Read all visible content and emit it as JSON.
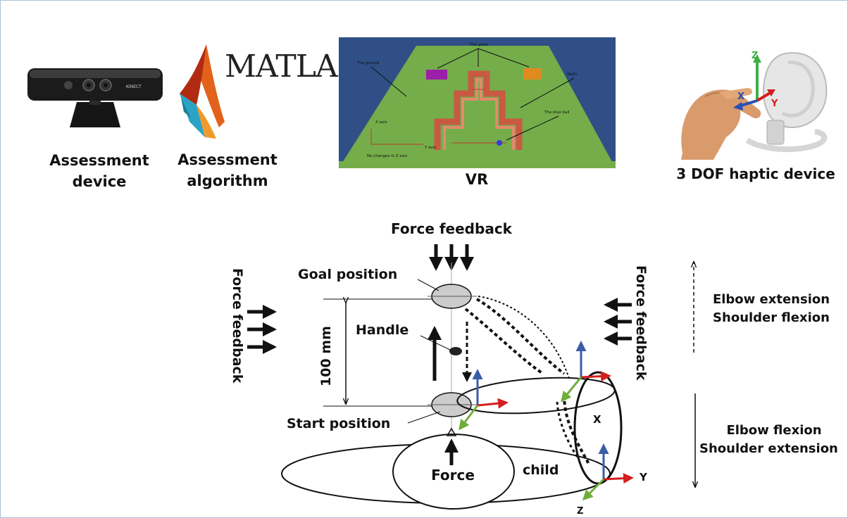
{
  "panels": {
    "kinect_brand": "KINECT",
    "matlab_logo": "MATLAB",
    "assessment_device": [
      "Assessment",
      "device"
    ],
    "assessment_algorithm": [
      "Assessment",
      "algorithm"
    ],
    "vr": "VR",
    "haptic_device": "3 DOF haptic device"
  },
  "vr_scene": {
    "goals": "The goals",
    "ground": "The ground",
    "walls": "Walls",
    "blue_ball": "The blue ball",
    "x_axis": "X axis",
    "y_axis": "Y axis",
    "z_note": "No changes in Z axis"
  },
  "haptic_axes": {
    "x": "X",
    "y": "Y",
    "z": "Z"
  },
  "diagram": {
    "force_feedback_top": "Force feedback",
    "force_feedback_left": "Force feedback",
    "force_feedback_right": "Force feedback",
    "goal_position": "Goal position",
    "handle": "Handle",
    "distance": "100 mm",
    "start_position": "Start position",
    "force": "Force",
    "child": "child",
    "axis_x": "X",
    "axis_y": "Y",
    "axis_z": "Z",
    "elbow_extension": "Elbow extension",
    "shoulder_flexion": "Shoulder flexion",
    "elbow_flexion": "Elbow flexion",
    "shoulder_extension": "Shoulder extension"
  },
  "colors": {
    "axis_blue": "#3a5ea8",
    "axis_red": "#d21f1f",
    "axis_green": "#6fae3a",
    "vr_background": "#2f4f86",
    "vr_ground": "#74ad4a",
    "vr_walls": "#d96a52",
    "frame_border": "#a9c3d6"
  }
}
